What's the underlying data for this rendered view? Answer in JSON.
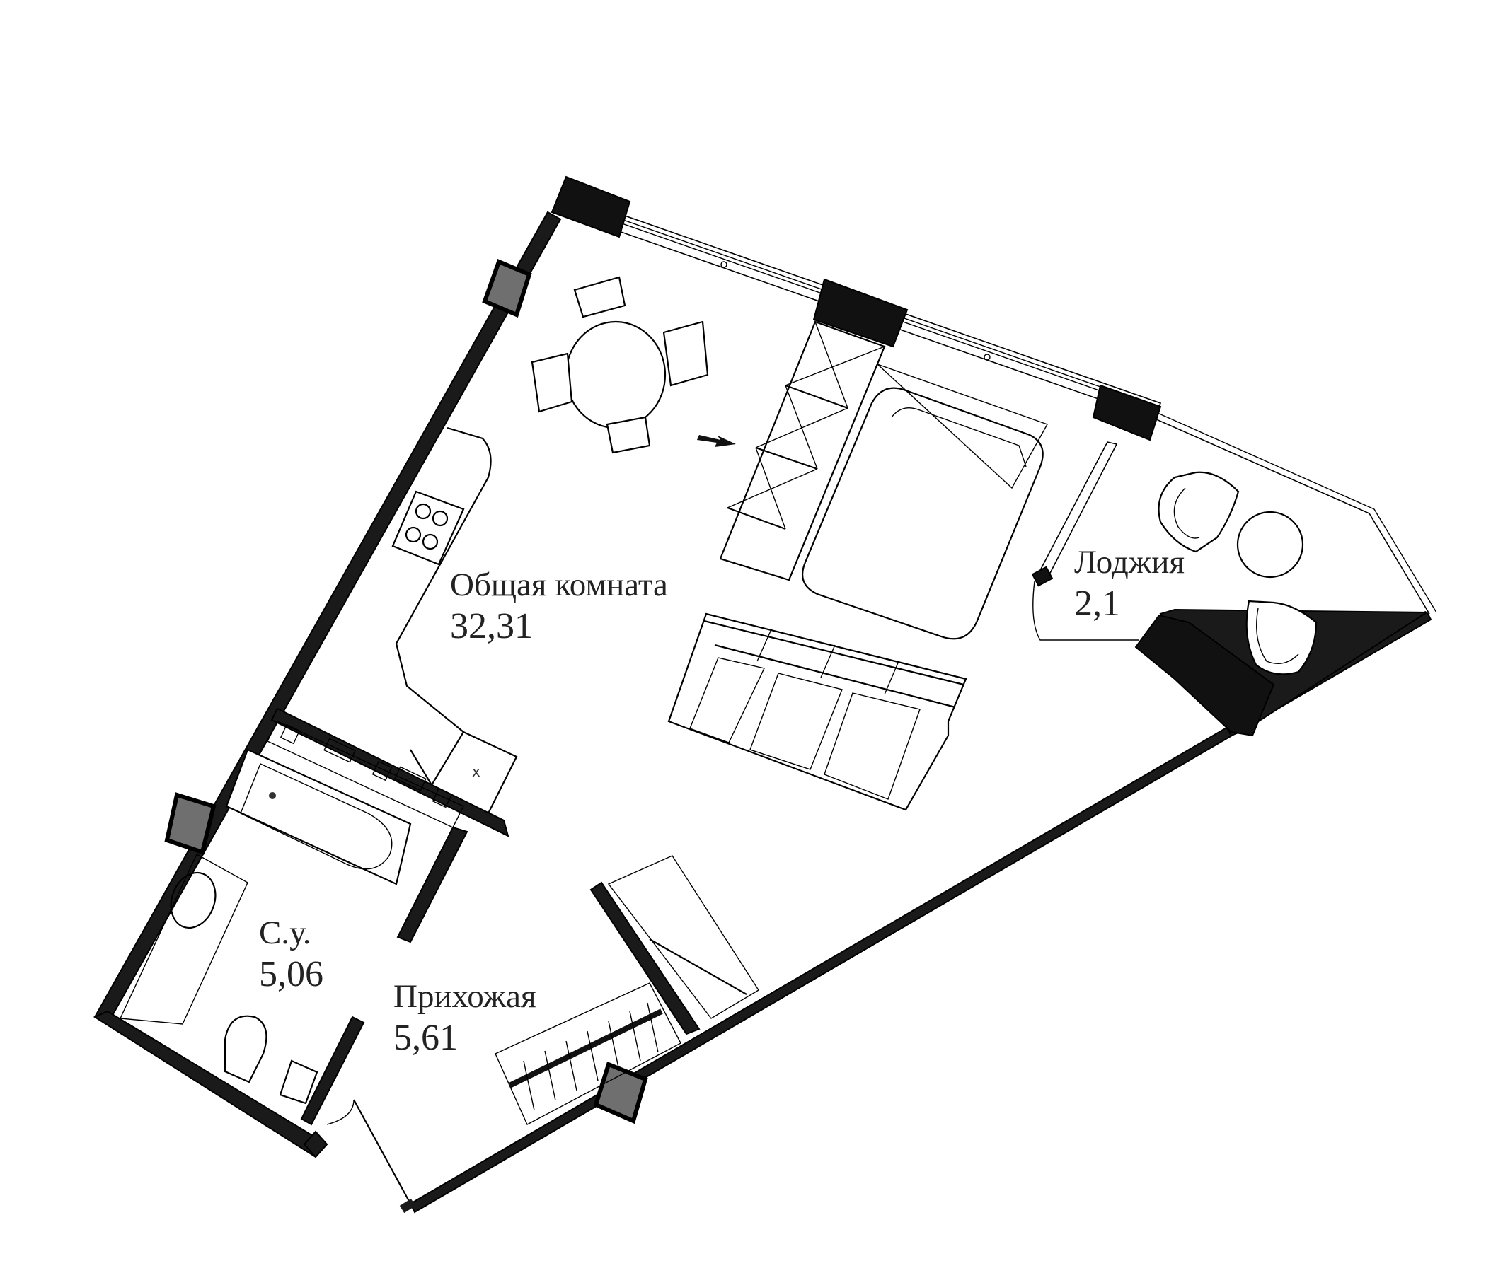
{
  "plan": {
    "rooms": [
      {
        "id": "living",
        "name": "Общая комната",
        "area": "32,31"
      },
      {
        "id": "loggia",
        "name": "Лоджия",
        "area": "2,1"
      },
      {
        "id": "bathroom",
        "name": "С.у.",
        "area": "5,06"
      },
      {
        "id": "hallway",
        "name": "Прихожая",
        "area": "5,61"
      }
    ],
    "colors": {
      "background": "#ffffff",
      "walls": "#1a1a1a",
      "lines": "#000000",
      "text": "#222222"
    }
  }
}
